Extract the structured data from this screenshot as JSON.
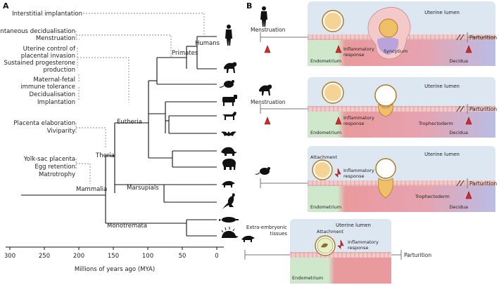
{
  "panel_labels": {
    "a": "A",
    "b": "B"
  },
  "tree": {
    "axis_label": "Millions of years ago (MYA)",
    "ticks": [
      "300",
      "250",
      "200",
      "150",
      "100",
      "50",
      "0"
    ],
    "clades": {
      "primates": "Primates",
      "humans": "Humans",
      "eutheria": "Eutheria",
      "theria": "Theria",
      "mammalia": "Mammalia",
      "marsupials": "Marsupials",
      "monotremata": "Monotremata"
    },
    "traits": {
      "interstitial": "Interstitial implantation",
      "spontaneous": "Spontaneous decidualisation",
      "menstruation": "Menstruation",
      "uterine_control_1": "Uterine control of",
      "uterine_control_2": "placental invasion",
      "sustained_1": "Sustained progesterone",
      "sustained_2": "production",
      "maternal_fetal_1": "Maternal-fetal",
      "maternal_fetal_2": "immune tolerance",
      "decidualisation": "Decidualisation",
      "implantation": "Implantation",
      "placenta_elab": "Placenta elaboration",
      "viviparity": "Viviparity",
      "yolk_sac": "Yolk-sac placenta",
      "egg_retention": "Egg retention",
      "matrotrophy": "Matrotrophy"
    }
  },
  "panel_b": {
    "rows": [
      {
        "left_label": "Menstruation",
        "lumen": "Uterine lumen",
        "endometrium": "Endometrium",
        "decidua": "Decidua",
        "inflammatory": "Inflammatory\nresponse",
        "special": "Syncytium",
        "right_label": "Parturition"
      },
      {
        "left_label": "Menstruation",
        "lumen": "Uterine lumen",
        "endometrium": "Endometrium",
        "decidua": "Decidua",
        "inflammatory": "Inflammatory\nresponse",
        "special": "Trophectoderm",
        "right_label": "Parturition"
      },
      {
        "left_label": "",
        "lumen": "Uterine lumen",
        "endometrium": "Endometrium",
        "decidua": "Decidua",
        "inflammatory": "Inflammatory\nresponse",
        "special": "Trophectoderm",
        "attachment": "Attachment",
        "right_label": "Parturition"
      },
      {
        "left_label": "Extra-embryonic\ntissues",
        "lumen": "Uterine lumen",
        "endometrium": "Endometrium",
        "inflammatory": "Inflammatory\nresponse",
        "attachment": "Attachment",
        "right_label": "Parturition"
      }
    ]
  },
  "colors": {
    "lumen_bg": "#dde7f2",
    "endometrium": "#cfe8cc",
    "inflammation": "#e99a9c",
    "decidua": "#b9bde6",
    "epithelium": "#f3c9c9",
    "marker": "#d42a2a",
    "embryo": "#f0c068",
    "syncytium": "#b9a3d8"
  }
}
